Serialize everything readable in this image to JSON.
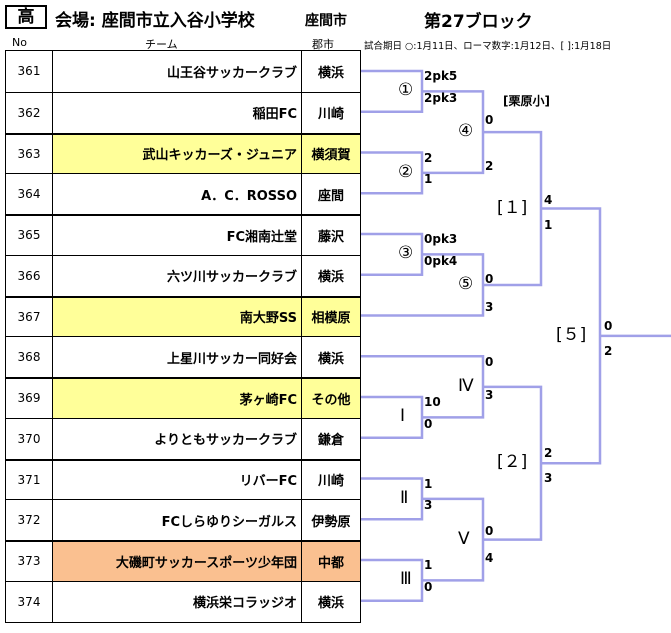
{
  "header": {
    "badge": "高",
    "venue": "会場: 座間市立入谷小学校",
    "host": "座間市",
    "block_title": "第27ブロック",
    "col_no": "No",
    "col_team": "チーム",
    "col_city": "郡市",
    "note": "試合期日 ○:1月11日、ローマ数字:1月12日、[ ]:1月18日"
  },
  "teams": [
    {
      "no": "361",
      "name": "山王谷サッカークラブ",
      "city": "横浜",
      "hl": ""
    },
    {
      "no": "362",
      "name": "稲田FC",
      "city": "川崎",
      "hl": ""
    },
    {
      "no": "363",
      "name": "武山キッカーズ・ジュニア",
      "city": "横須賀",
      "hl": "yellow"
    },
    {
      "no": "364",
      "name": "A．C．ROSSO",
      "city": "座間",
      "hl": ""
    },
    {
      "no": "365",
      "name": "FC湘南辻堂",
      "city": "藤沢",
      "hl": ""
    },
    {
      "no": "366",
      "name": "六ツ川サッカークラブ",
      "city": "横浜",
      "hl": ""
    },
    {
      "no": "367",
      "name": "南大野SS",
      "city": "相模原",
      "hl": "yellow"
    },
    {
      "no": "368",
      "name": "上星川サッカー同好会",
      "city": "横浜",
      "hl": ""
    },
    {
      "no": "369",
      "name": "茅ヶ崎FC",
      "city": "その他",
      "hl": "yellow"
    },
    {
      "no": "370",
      "name": "よりともサッカークラブ",
      "city": "鎌倉",
      "hl": ""
    },
    {
      "no": "371",
      "name": "リバーFC",
      "city": "川崎",
      "hl": ""
    },
    {
      "no": "372",
      "name": "FCしらゆりシーガルス",
      "city": "伊勢原",
      "hl": ""
    },
    {
      "no": "373",
      "name": "大磯町サッカースポーツ少年団",
      "city": "中都",
      "hl": "orange"
    },
    {
      "no": "374",
      "name": "横浜栄コラッジオ",
      "city": "横浜",
      "hl": ""
    }
  ],
  "bracket": {
    "line_color": "#a0a0e8",
    "matches": {
      "m1": {
        "name": "①",
        "s_top": "2pk5",
        "s_bot": "2pk3"
      },
      "m2": {
        "name": "②",
        "s_top": "2",
        "s_bot": "1"
      },
      "m3": {
        "name": "③",
        "s_top": "0pk3",
        "s_bot": "0pk4"
      },
      "m4": {
        "name": "④",
        "s_top": "0",
        "s_bot": "2",
        "venue": "[栗原小]"
      },
      "m5": {
        "name": "⑤",
        "s_top": "0",
        "s_bot": "3"
      },
      "mI": {
        "name": "Ⅰ",
        "s_top": "10",
        "s_bot": "0"
      },
      "mII": {
        "name": "Ⅱ",
        "s_top": "1",
        "s_bot": "3"
      },
      "mIII": {
        "name": "Ⅲ",
        "s_top": "1",
        "s_bot": "0"
      },
      "mIV": {
        "name": "Ⅳ",
        "s_top": "0",
        "s_bot": "3"
      },
      "mV": {
        "name": "Ⅴ",
        "s_top": "0",
        "s_bot": "4"
      },
      "b1": {
        "name": "[１]",
        "s_top": "4",
        "s_bot": "1"
      },
      "b2": {
        "name": "[２]",
        "s_top": "2",
        "s_bot": "3"
      },
      "b5": {
        "name": "[５]",
        "s_top": "0",
        "s_bot": "2"
      }
    }
  }
}
